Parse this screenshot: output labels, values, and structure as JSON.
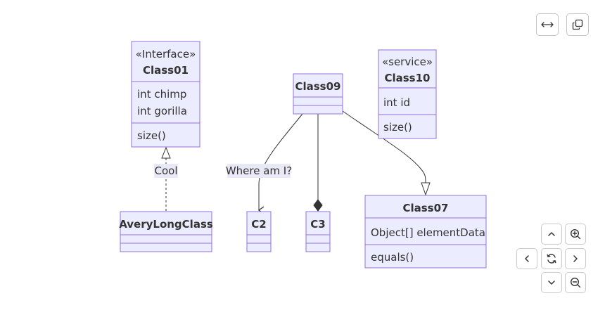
{
  "classes": {
    "class01": {
      "stereotype": "«Interface»",
      "name": "Class01",
      "members": [
        "int chimp",
        "int gorilla"
      ],
      "methods": [
        "size()"
      ]
    },
    "class09": {
      "name": "Class09",
      "members": [],
      "methods": []
    },
    "class10": {
      "stereotype": "«service»",
      "name": "Class10",
      "members": [
        "int id"
      ],
      "methods": [
        "size()"
      ]
    },
    "averylongclass": {
      "name": "AveryLongClass",
      "members": [],
      "methods": []
    },
    "c2": {
      "name": "C2",
      "members": [],
      "methods": []
    },
    "c3": {
      "name": "C3",
      "members": [],
      "methods": []
    },
    "class07": {
      "name": "Class07",
      "members": [
        "Object[] elementData"
      ],
      "methods": [
        "equals()"
      ]
    }
  },
  "relations": [
    {
      "from": "AveryLongClass",
      "to": "Class01",
      "type": "realization",
      "label": "Cool"
    },
    {
      "from": "Class09",
      "to": "C2",
      "type": "association",
      "label": "Where am I?"
    },
    {
      "from": "Class09",
      "to": "C3",
      "type": "composition",
      "label": ""
    },
    {
      "from": "Class09",
      "to": "Class07",
      "type": "inheritance",
      "label": ""
    }
  ],
  "toolbar": {
    "expand_icon": "expand-horizontal-icon",
    "copy_icon": "copy-icon"
  },
  "nav": {
    "icons": [
      "pan-up-icon",
      "zoom-in-icon",
      "pan-left-icon",
      "reset-icon",
      "pan-right-icon",
      "pan-down-icon",
      "zoom-out-icon"
    ]
  },
  "colors": {
    "node_fill": "#ECECFF",
    "node_stroke": "#9370DB",
    "edge": "#333333",
    "label_bg": "#E8E8F6"
  }
}
